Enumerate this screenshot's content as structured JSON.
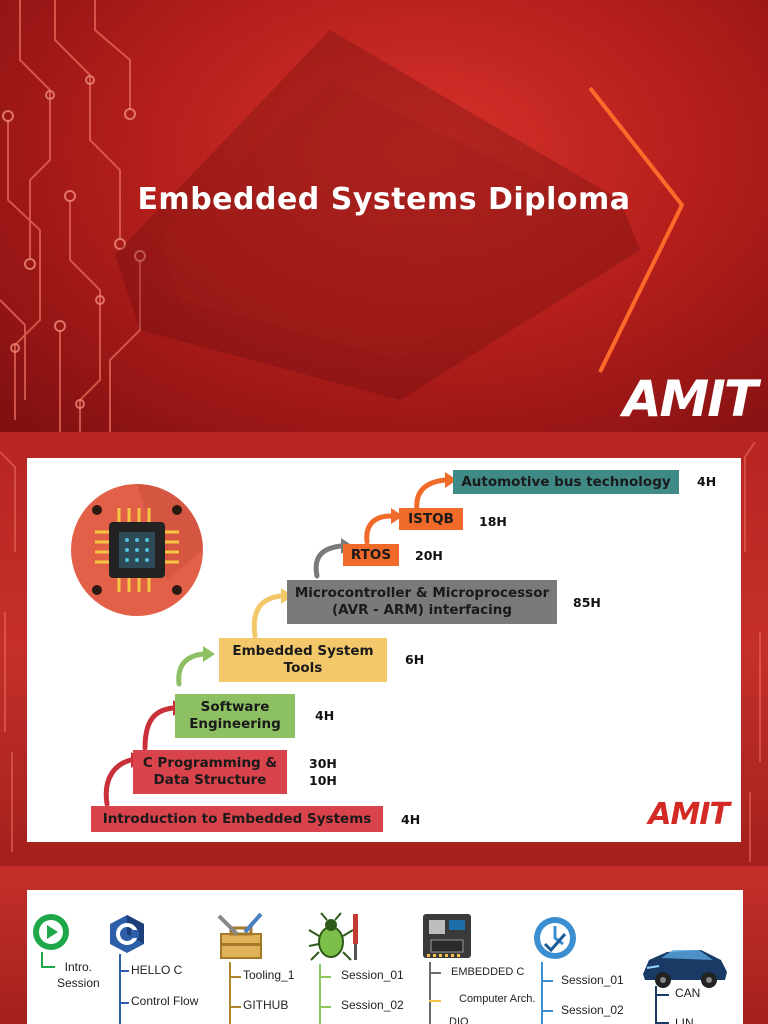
{
  "slide1": {
    "title": "Embedded Systems Diploma",
    "logo": "AMIT"
  },
  "slide2": {
    "logo": "AMIT",
    "steps": [
      {
        "label": "Introduction to Embedded Systems",
        "hours": "4H",
        "color": "#d9434b"
      },
      {
        "label": "C Programming &\nData Structure",
        "hours": "30H\n10H",
        "color": "#d9434b"
      },
      {
        "label": "Software\nEngineering",
        "hours": "4H",
        "color": "#8dbf63"
      },
      {
        "label": "Embedded System\nTools",
        "hours": "6H",
        "color": "#f2c86b"
      },
      {
        "label": "Microcontroller & Microprocessor\n(AVR - ARM) interfacing",
        "hours": "85H",
        "color": "#7a7a7a"
      },
      {
        "label": "RTOS",
        "hours": "20H",
        "color": "#f06a2a"
      },
      {
        "label": "ISTQB",
        "hours": "18H",
        "color": "#f06a2a"
      },
      {
        "label": "Automotive bus technology",
        "hours": "4H",
        "color": "#3f8a86"
      }
    ]
  },
  "slide3": {
    "columns": [
      {
        "icon": "play-icon",
        "items": [
          "Intro.\nSession"
        ]
      },
      {
        "icon": "c-language-icon",
        "items": [
          "HELLO C",
          "Control Flow"
        ]
      },
      {
        "icon": "toolbox-icon",
        "items": [
          "Tooling_1",
          "GITHUB"
        ]
      },
      {
        "icon": "bug-icon",
        "items": [
          "Session_01",
          "Session_02"
        ]
      },
      {
        "icon": "avr-board-icon",
        "items": [
          "EMBEDDED C",
          "Computer Arch.",
          "DIO"
        ]
      },
      {
        "icon": "clock-icon",
        "items": [
          "Session_01",
          "Session_02"
        ]
      },
      {
        "icon": "car-icon",
        "items": [
          "CAN",
          "LIN"
        ]
      }
    ]
  }
}
